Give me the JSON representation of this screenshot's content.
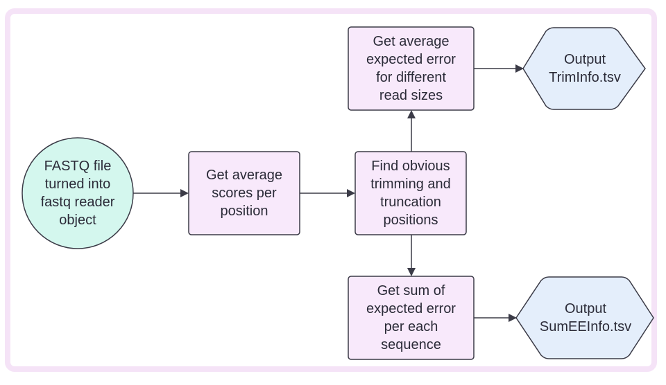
{
  "colors": {
    "frame": "#f5e3f7",
    "process_fill": "#f8e9fb",
    "process_stroke": "#3b3b47",
    "start_fill": "#d4f7ee",
    "output_fill": "#e4eefb",
    "edge": "#3b3b47",
    "text": "#2b2b38"
  },
  "nodes": {
    "start": {
      "label": "FASTQ file\nturned into\nfastq reader\nobject",
      "shape": "circle"
    },
    "avg_scores": {
      "label": "Get average\nscores per\nposition",
      "shape": "rectangle"
    },
    "find_positions": {
      "label": "Find obvious\ntrimming and\ntruncation\npositions",
      "shape": "rectangle"
    },
    "avg_error": {
      "label": "Get average\nexpected error\nfor different\nread sizes",
      "shape": "rectangle"
    },
    "sum_error": {
      "label": "Get sum of\nexpected error\nper each\nsequence",
      "shape": "rectangle"
    },
    "out_trim": {
      "label": "Output\nTrimInfo.tsv",
      "shape": "diamond"
    },
    "out_sum": {
      "label": "Output\nSumEEInfo.tsv",
      "shape": "diamond"
    }
  },
  "edges": [
    {
      "from": "start",
      "to": "avg_scores"
    },
    {
      "from": "avg_scores",
      "to": "find_positions"
    },
    {
      "from": "find_positions",
      "to": "avg_error"
    },
    {
      "from": "find_positions",
      "to": "sum_error"
    },
    {
      "from": "avg_error",
      "to": "out_trim"
    },
    {
      "from": "sum_error",
      "to": "out_sum"
    }
  ]
}
